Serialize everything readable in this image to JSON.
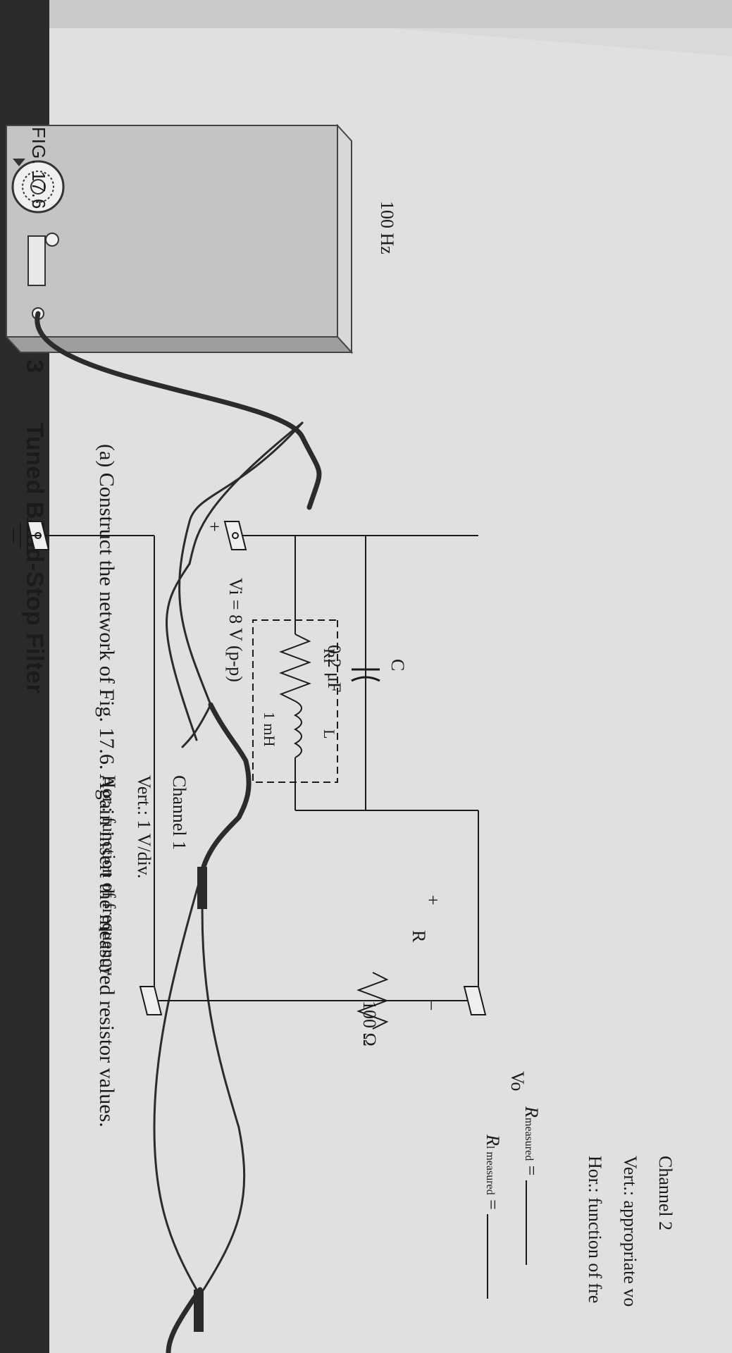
{
  "colors": {
    "paper": "#dedede",
    "ink": "#1b1b1b",
    "cable": "#2b2b2b",
    "desk": "#2a2a2a"
  },
  "section": {
    "part": "Part 3",
    "title": "Tuned Band-Stop Filter"
  },
  "instruction": "(a) Construct the network of Fig. 17.6. Again insert the measured resistor values.",
  "measurements": {
    "r_label": "R",
    "r_sub": "measured",
    "r_eq": "=",
    "rl_label": "R",
    "rl_sub": "l measured",
    "rl_eq": "="
  },
  "generator": {
    "freq_label": "100 Hz"
  },
  "circuit": {
    "vi_label": "Vi = 8 V (p-p)",
    "vi_plus": "+",
    "vi_minus": "–",
    "rl_label": "Rl",
    "l_label": "L",
    "l_value": "1 mH",
    "c_label": "C",
    "c_value": "0.2 μF",
    "r_label": "R",
    "r_value": "100 Ω",
    "vo_label": "Vo",
    "vo_plus": "+",
    "vo_minus": "–"
  },
  "channel1": {
    "name": "Channel 1",
    "vert": "Vert.: 1 V/div.",
    "hor": "Hor.: function of frequency"
  },
  "channel2": {
    "name": "Channel 2",
    "vert": "Vert.: appropriate vo",
    "hor": "Hor.: function of fre"
  },
  "figure": {
    "caption": "FIG. 17.6"
  }
}
